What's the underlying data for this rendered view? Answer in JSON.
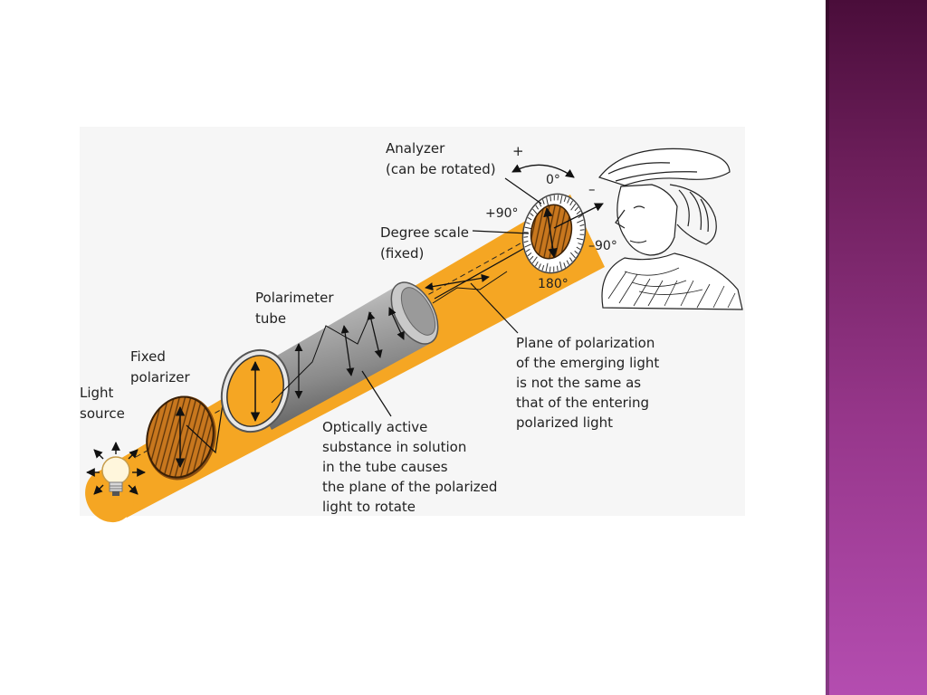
{
  "colors": {
    "beam": "#f5a623",
    "beam_dark": "#d9861a",
    "tube": "#9a9a9a",
    "accent_bar": "#8e2f7f",
    "text": "#222222"
  },
  "labels": {
    "analyzer": "Analyzer",
    "analyzer_note": "(can be rotated)",
    "plus": "+",
    "minus": "–",
    "deg_0": "0°",
    "deg_plus90": "+90°",
    "deg_minus90": "–90°",
    "deg_180": "180°",
    "degree_scale": "Degree scale",
    "degree_scale_note": "(fixed)",
    "polarimeter": "Polarimeter",
    "tube": "tube",
    "fixed": "Fixed",
    "polarizer": "polarizer",
    "light": "Light",
    "source": "source",
    "plane_lines": [
      "Plane of polarization",
      "of the emerging light",
      "is not the same as",
      "that of the entering",
      "polarized light"
    ],
    "optical_lines": [
      "Optically active",
      "substance in solution",
      "in the tube causes",
      "the plane of the polarized",
      "light to rotate"
    ]
  },
  "icons": {
    "bulb": "light-bulb-icon",
    "portrait": "portrait-engraving-icon"
  }
}
